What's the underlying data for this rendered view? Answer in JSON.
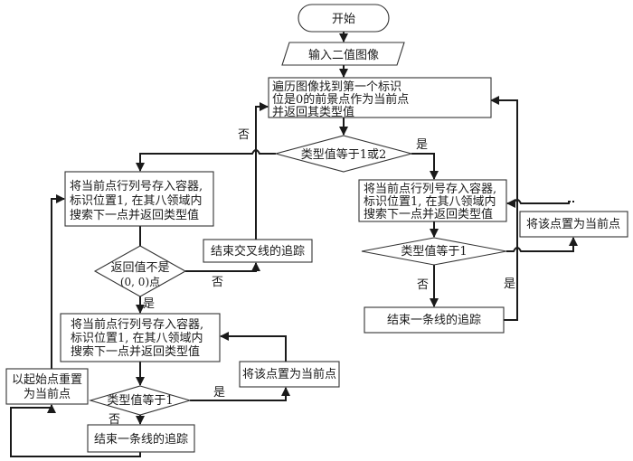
{
  "diagram": {
    "type": "flowchart",
    "colors": {
      "line": "#1a1a1a",
      "border": "#333333",
      "fill": "#ffffff"
    },
    "nodes": {
      "start": {
        "kind": "terminal",
        "lines": [
          "开始"
        ]
      },
      "input": {
        "kind": "io",
        "lines": [
          "输入二值图像"
        ]
      },
      "traverse": {
        "kind": "process",
        "lines": [
          "遍历图像找到第一个标识",
          "位是0的前景点作为当前点",
          "并返回其类型值"
        ]
      },
      "check_type_1_or_2": {
        "kind": "decision",
        "lines": [
          "类型值等于1或2"
        ]
      },
      "left_store_a": {
        "kind": "process",
        "lines": [
          "将当前点行列号存入容器,",
          "标识位置1, 在其八领域内",
          "搜索下一点并返回类型值"
        ]
      },
      "check_not_origin": {
        "kind": "decision",
        "lines": [
          "返回值不是",
          "(0, 0)点"
        ]
      },
      "end_cross_trace": {
        "kind": "process",
        "lines": [
          "结束交叉线的追踪"
        ]
      },
      "left_store_b": {
        "kind": "process",
        "lines": [
          "将当前点行列号存入容器,",
          "标识位置1, 在其八领域内",
          "搜索下一点并返回类型值"
        ]
      },
      "left_set_current": {
        "kind": "process",
        "lines": [
          "将该点置为当前点"
        ]
      },
      "left_check_type_1": {
        "kind": "decision",
        "lines": [
          "类型值等于1"
        ]
      },
      "left_end_line": {
        "kind": "process",
        "lines": [
          "结束一条线的追踪"
        ]
      },
      "reset_start": {
        "kind": "process",
        "lines": [
          "以起始点重置",
          "为当前点"
        ]
      },
      "right_store": {
        "kind": "process",
        "lines": [
          "将当前点行列号存入容器,",
          "标识位置1, 在其八领域内",
          "搜索下一点并返回类型值"
        ]
      },
      "right_check_type_1": {
        "kind": "decision",
        "lines": [
          "类型值等于1"
        ]
      },
      "right_set_current": {
        "kind": "process",
        "lines": [
          "将该点置为当前点"
        ]
      },
      "right_end_line": {
        "kind": "process",
        "lines": [
          "结束一条线的追踪"
        ]
      }
    },
    "edges": [
      {
        "from": "start",
        "to": "input",
        "label": ""
      },
      {
        "from": "input",
        "to": "traverse",
        "label": ""
      },
      {
        "from": "traverse",
        "to": "check_type_1_or_2",
        "label": ""
      },
      {
        "from": "check_type_1_or_2",
        "to": "right_store",
        "label": "是"
      },
      {
        "from": "check_type_1_or_2",
        "to": "left_store_a",
        "label": "否"
      },
      {
        "from": "left_store_a",
        "to": "check_not_origin",
        "label": ""
      },
      {
        "from": "check_not_origin",
        "to": "end_cross_trace",
        "label": "否"
      },
      {
        "from": "check_not_origin",
        "to": "left_store_b",
        "label": "是"
      },
      {
        "from": "end_cross_trace",
        "to": "traverse",
        "label": ""
      },
      {
        "from": "left_store_b",
        "to": "left_check_type_1",
        "label": ""
      },
      {
        "from": "left_check_type_1",
        "to": "left_set_current",
        "label": "是"
      },
      {
        "from": "left_set_current",
        "to": "left_store_b",
        "label": ""
      },
      {
        "from": "left_check_type_1",
        "to": "left_end_line",
        "label": "否"
      },
      {
        "from": "left_end_line",
        "to": "reset_start",
        "label": ""
      },
      {
        "from": "reset_start",
        "to": "left_store_a",
        "label": ""
      },
      {
        "from": "right_store",
        "to": "right_check_type_1",
        "label": ""
      },
      {
        "from": "right_check_type_1",
        "to": "right_set_current",
        "label": "是"
      },
      {
        "from": "right_set_current",
        "to": "right_store",
        "label": ""
      },
      {
        "from": "right_check_type_1",
        "to": "right_end_line",
        "label": "否"
      },
      {
        "from": "right_end_line",
        "to": "traverse",
        "label": "是"
      }
    ],
    "edge_labels": {
      "yes": "是",
      "no": "否"
    }
  }
}
